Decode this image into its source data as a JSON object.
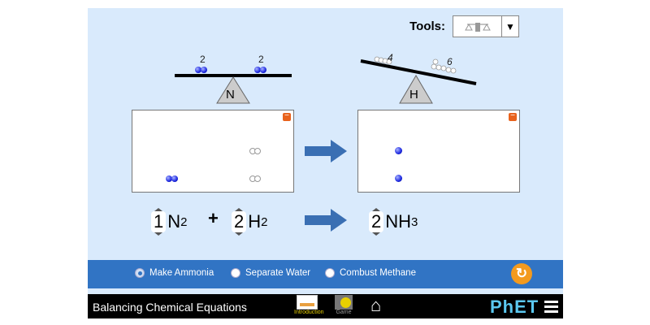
{
  "tools": {
    "label": "Tools:",
    "selected_icon": "balance-scale-icon"
  },
  "balances": [
    {
      "element": "N",
      "left_count": "2",
      "right_count": "2"
    },
    {
      "element": "H",
      "left_count": "4",
      "right_count": "6"
    }
  ],
  "equation": {
    "reactants": [
      {
        "coef": "1",
        "formula": "N",
        "sub": "2"
      },
      {
        "coef": "2",
        "formula": "H",
        "sub": "2"
      }
    ],
    "plus": "+",
    "products": [
      {
        "coef": "2",
        "formula": "NH",
        "sub": "3"
      }
    ]
  },
  "modes": [
    {
      "label": "Make Ammonia",
      "selected": true
    },
    {
      "label": "Separate Water",
      "selected": false
    },
    {
      "label": "Combust Methane",
      "selected": false
    }
  ],
  "navbar": {
    "title": "Balancing Chemical Equations",
    "screens": [
      {
        "label": "Introduction",
        "active": true
      },
      {
        "label": "Game",
        "active": false
      }
    ],
    "brand": "PhET"
  },
  "colors": {
    "sim_bg": "#d9eafc",
    "control_bar": "#3174c4",
    "arrow": "#3a6fb3",
    "reset": "#f39a1e"
  }
}
